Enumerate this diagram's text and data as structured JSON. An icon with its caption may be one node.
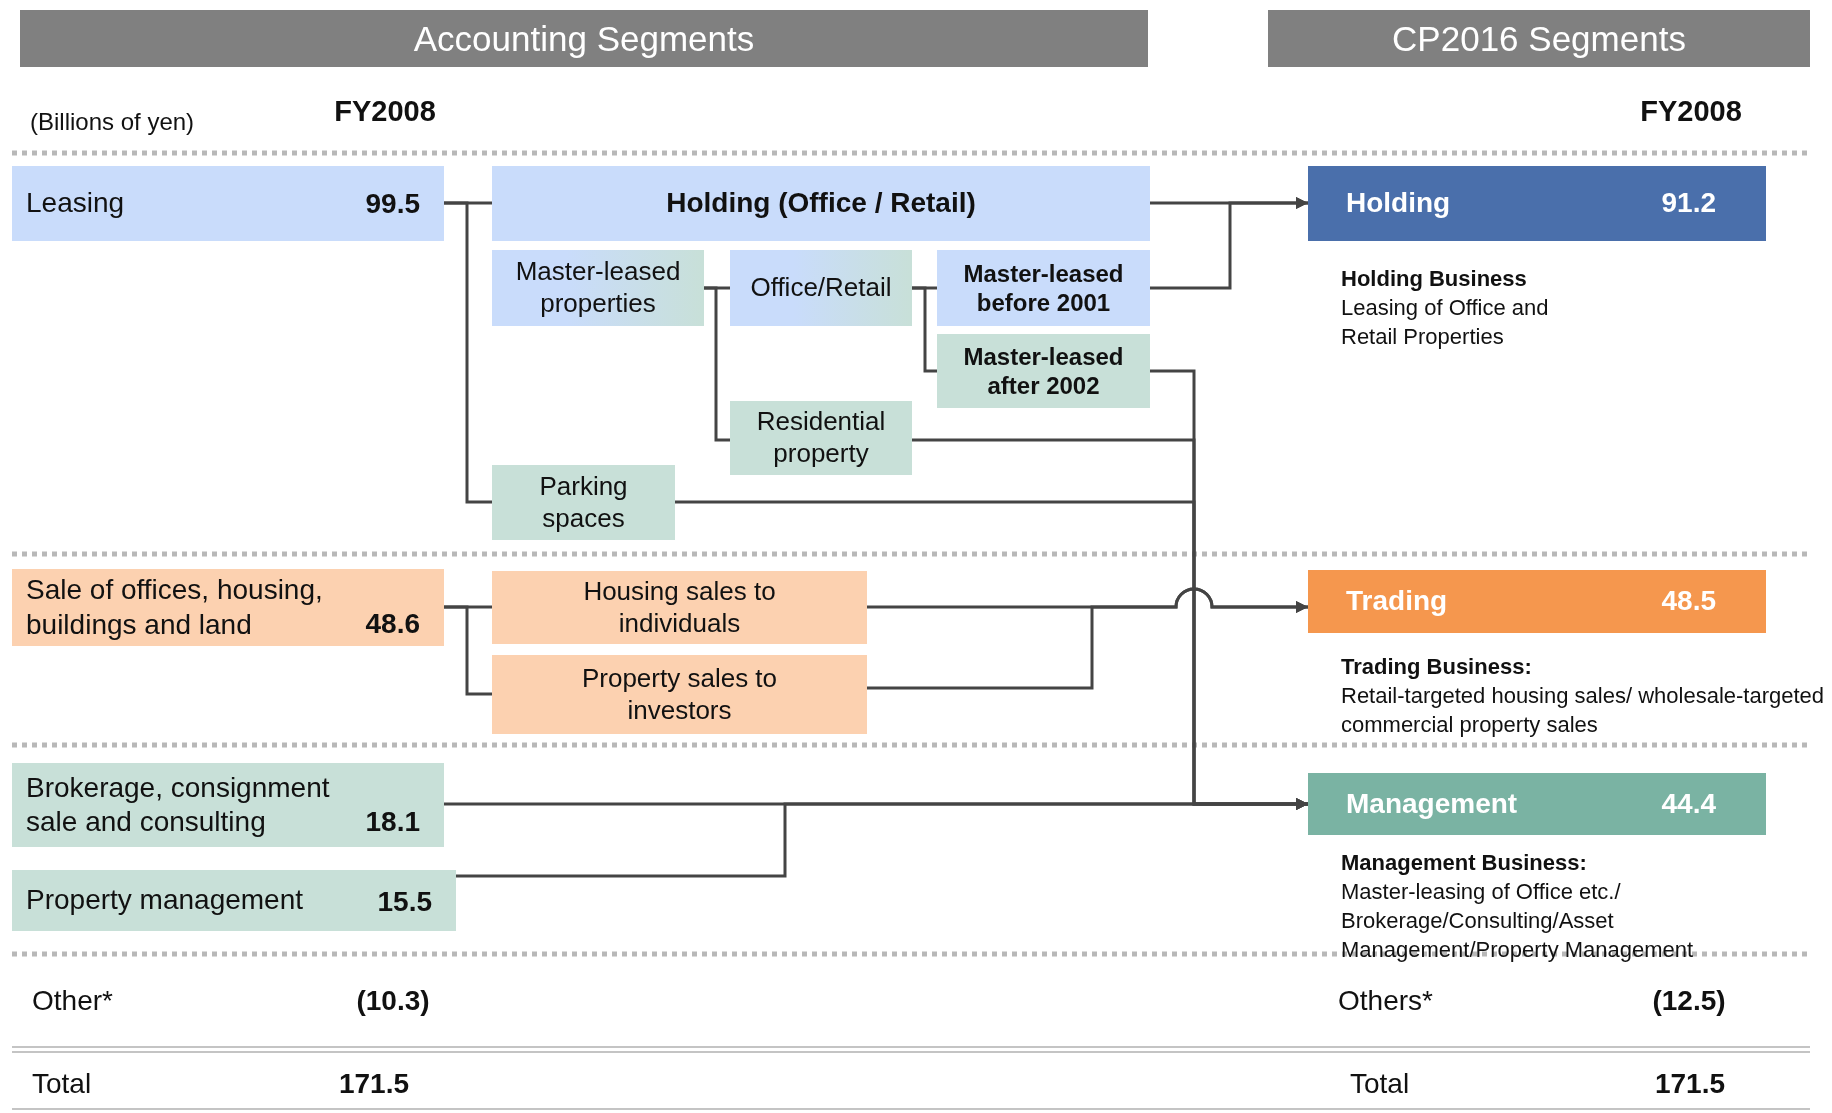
{
  "diagram": {
    "nodes": [
      {
        "text": [
          "Leasing",
          "99.5"
        ]
      },
      {
        "text": [
          "Holding (Office / Retail)"
        ]
      },
      {
        "text": [
          "Master-leased properties"
        ]
      },
      {
        "text": [
          "Office/Retail"
        ]
      },
      {
        "text": [
          "Master-leased before 2001"
        ]
      },
      {
        "text": [
          "Master-leased after 2002"
        ]
      },
      {
        "text": [
          "Residential property"
        ]
      },
      {
        "text": [
          "Parking spaces"
        ]
      },
      {
        "text": [
          "Sale of offices, housing, buildings and land",
          "48.6"
        ]
      },
      {
        "text": [
          "Housing sales to individuals"
        ]
      },
      {
        "text": [
          "Property sales to investors"
        ]
      },
      {
        "text": [
          "Brokerage, consignment sale and consulting",
          "18.1"
        ]
      },
      {
        "text": [
          "Property management",
          "15.5"
        ]
      },
      {
        "text": [
          "Holding",
          "91.2"
        ],
        "beside": [
          "Holding Business",
          "Leasing of Office and Retail Properties"
        ]
      },
      {
        "text": [
          "Trading",
          "48.5"
        ],
        "beside": [
          "Trading Business:",
          "Retail-targeted housing sales/ wholesale-targeted commercial property sales"
        ]
      },
      {
        "text": [
          "Management",
          "44.4"
        ],
        "beside": [
          "Management Business:",
          "Master-leasing of Office etc./ Brokerage/Consulting/Asset Management/Property Management"
        ]
      }
    ],
    "edges": [
      {
        "from": 0,
        "to": 1,
        "arrow": "none"
      },
      {
        "from": 0,
        "to": 7,
        "arrow": "none"
      },
      {
        "from": 1,
        "to": 13,
        "arrow": "to"
      },
      {
        "from": 2,
        "to": 3,
        "arrow": "none"
      },
      {
        "from": 2,
        "to": 6,
        "arrow": "none"
      },
      {
        "from": 3,
        "to": 4,
        "arrow": "none"
      },
      {
        "from": 3,
        "to": 5,
        "arrow": "none"
      },
      {
        "from": 4,
        "to": 13,
        "arrow": "to"
      },
      {
        "from": 5,
        "to": 15,
        "arrow": "to"
      },
      {
        "from": 6,
        "to": 15,
        "arrow": "to"
      },
      {
        "from": 7,
        "to": 15,
        "arrow": "to"
      },
      {
        "from": 8,
        "to": 9,
        "arrow": "none"
      },
      {
        "from": 8,
        "to": 10,
        "arrow": "none"
      },
      {
        "from": 9,
        "to": 14,
        "arrow": "to"
      },
      {
        "from": 10,
        "to": 14,
        "arrow": "to"
      },
      {
        "from": 11,
        "to": 15,
        "arrow": "to"
      },
      {
        "from": 12,
        "to": 15,
        "arrow": "to"
      }
    ],
    "labels": [
      "Accounting Segments",
      "CP2016 Segments",
      "(Billions of yen)",
      "FY2008",
      "FY2008",
      "Other*",
      "(10.3)",
      "Others*",
      "(12.5)",
      "Total",
      "171.5",
      "Total",
      "171.5"
    ]
  }
}
